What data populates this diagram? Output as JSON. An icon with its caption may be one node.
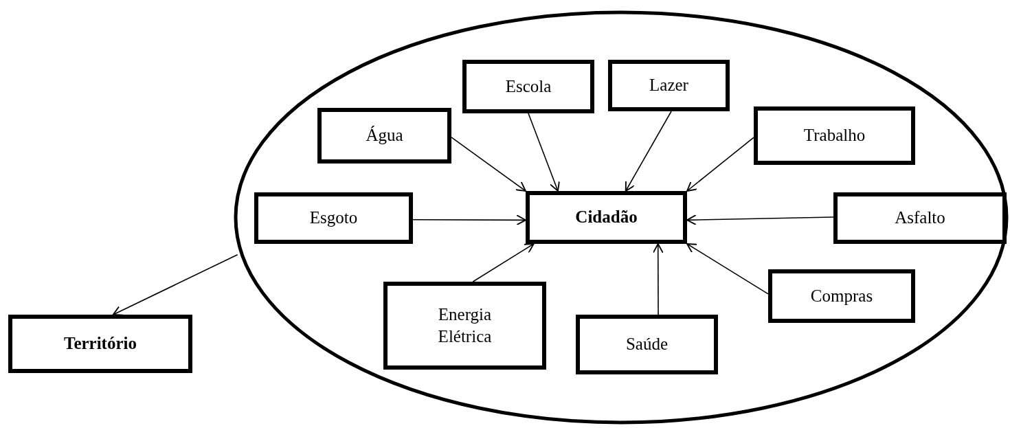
{
  "diagram": {
    "nodes": [
      {
        "text": [],
        "shape": "ellipse"
      },
      {
        "text": [
          "Escola"
        ],
        "in": 0
      },
      {
        "text": [
          "Lazer"
        ],
        "in": 0
      },
      {
        "text": [
          "Água"
        ],
        "in": 0
      },
      {
        "text": [
          "Trabalho"
        ],
        "in": 0
      },
      {
        "text": [
          "Esgoto"
        ],
        "in": 0
      },
      {
        "text": [
          "Cidadão"
        ],
        "in": 0
      },
      {
        "text": [
          "Asfalto"
        ],
        "in": 0
      },
      {
        "text": [
          "Energia Elétrica"
        ],
        "in": 0
      },
      {
        "text": [
          "Compras"
        ],
        "in": 0
      },
      {
        "text": [
          "Saúde"
        ],
        "in": 0
      },
      {
        "text": [
          "Território"
        ]
      }
    ],
    "edges": [
      {
        "from": 3,
        "to": 6,
        "arrow": "to"
      },
      {
        "from": 1,
        "to": 6,
        "arrow": "to"
      },
      {
        "from": 2,
        "to": 6,
        "arrow": "to"
      },
      {
        "from": 4,
        "to": 6,
        "arrow": "to"
      },
      {
        "from": 5,
        "to": 6,
        "arrow": "to"
      },
      {
        "from": 7,
        "to": 6,
        "arrow": "to"
      },
      {
        "from": 8,
        "to": 6,
        "arrow": "to"
      },
      {
        "from": 10,
        "to": 6,
        "arrow": "to"
      },
      {
        "from": 9,
        "to": 6,
        "arrow": "to"
      },
      {
        "from": 0,
        "to": 11,
        "arrow": "to"
      }
    ]
  }
}
